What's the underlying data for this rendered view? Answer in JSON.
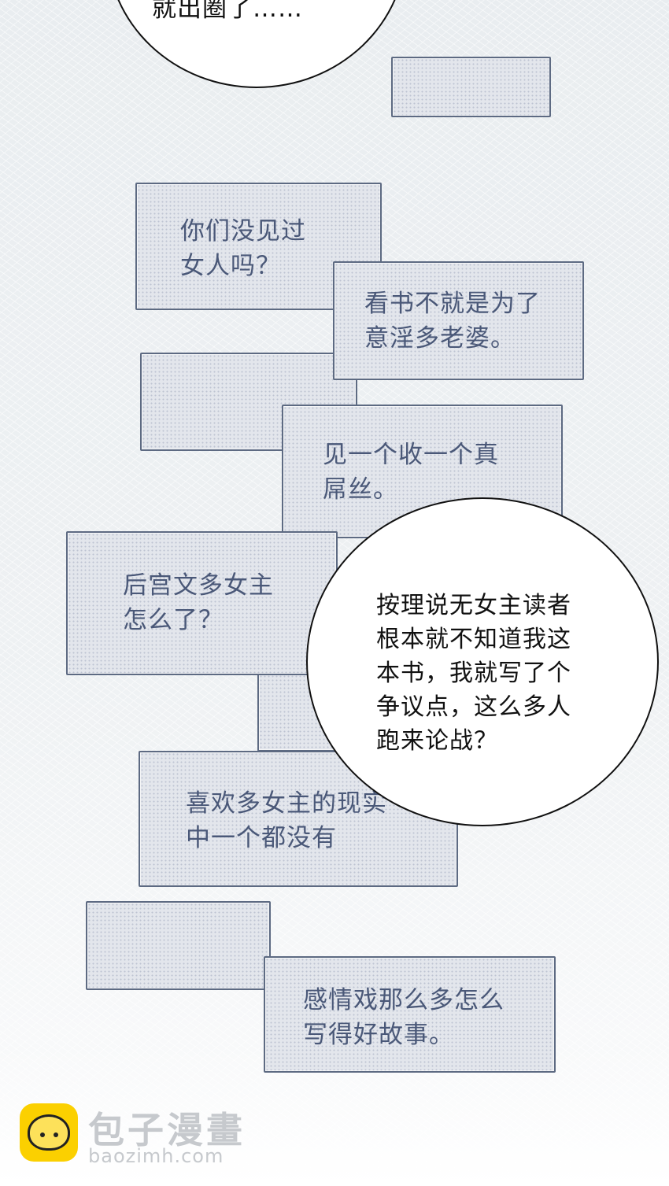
{
  "top_bubble": {
    "text": "就出圈了……"
  },
  "comment_panels": [
    {
      "text": "你们没见过\n女人吗？"
    },
    {
      "text": "看书不就是为了\n意淫多老婆。"
    },
    {
      "text": "见一个收一个真\n屌丝。"
    },
    {
      "text": "后宫文多女主\n怎么了？"
    },
    {
      "text": "喜欢多女主的现实\n中一个都没有"
    },
    {
      "text": "感情戏那么多怎么\n写得好故事。"
    }
  ],
  "speech_bubble": {
    "text": "按理说无女主读者\n根本就不知道我这\n本书，我就写了个\n争议点，这么多人\n跑来论战？"
  },
  "watermark": {
    "brand_cn": "包子漫畫",
    "site": "baozimh.com",
    "logo_icon": "bun-mascot-icon"
  }
}
